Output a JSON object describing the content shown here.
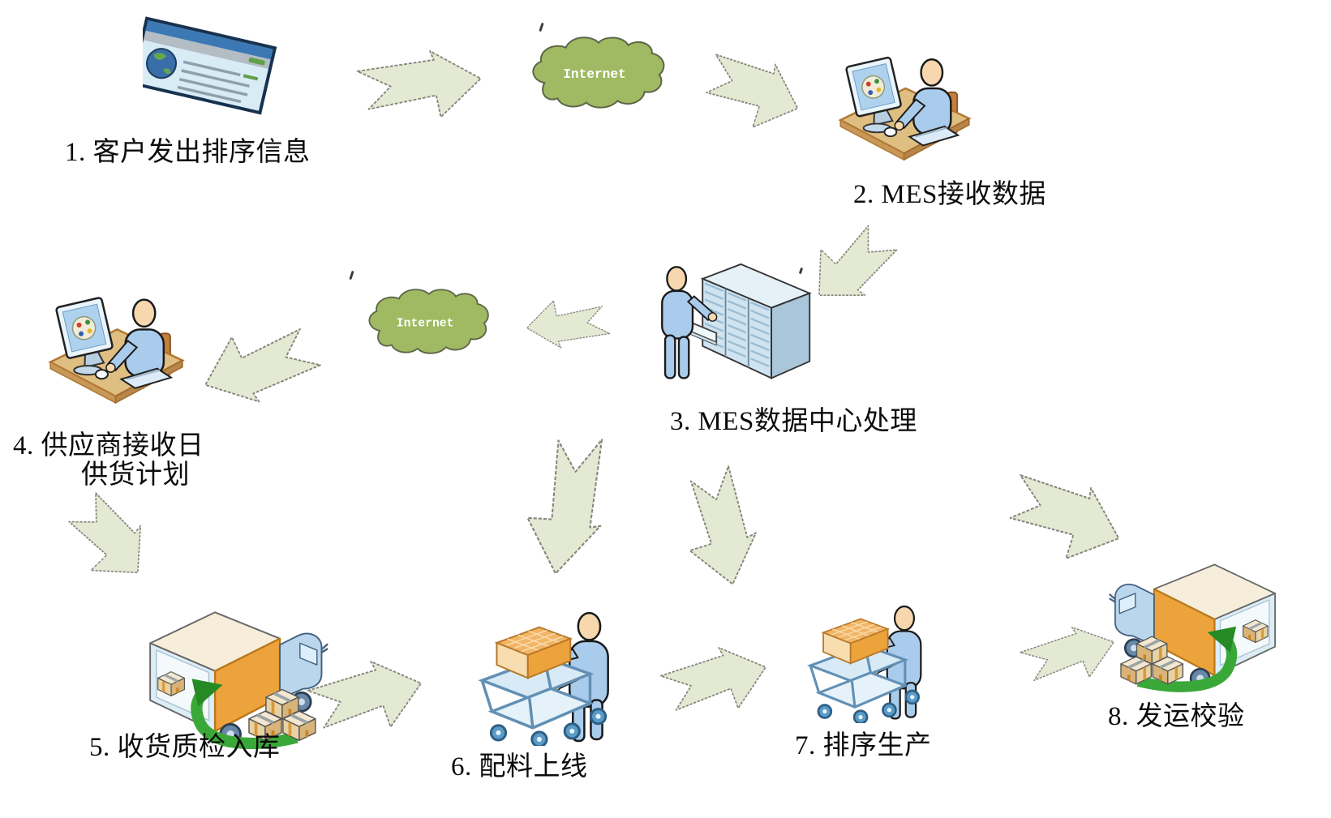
{
  "diagram": {
    "cloud1_label": "Internet",
    "cloud2_label": "Internet",
    "steps": {
      "s1": "1. 客户发出排序信息",
      "s2": "2. MES接收数据",
      "s3": "3. MES数据中心处理",
      "s4_line1": "4. 供应商接收日",
      "s4_line2": "供货计划",
      "s5": "5. 收货质检入库",
      "s6": "6. 配料上线",
      "s7": "7. 排序生产",
      "s8": "8. 发运校验"
    },
    "colors": {
      "arrow_fill": "#e4e9d3",
      "arrow_stroke": "#85867c",
      "cloud_fill": "#9fba62",
      "person_blue": "#aaccec",
      "skin": "#f6d7ae",
      "truck_orange": "#eda33c",
      "green_arrow": "#3aa838",
      "desk_tan": "#dfbe82"
    }
  }
}
